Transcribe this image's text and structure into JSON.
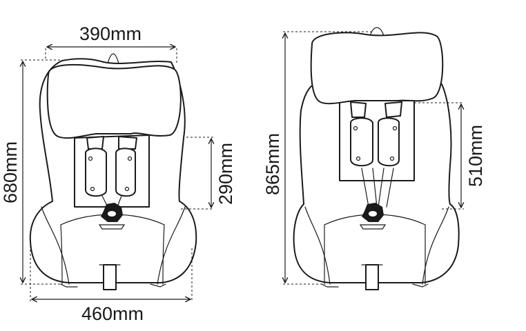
{
  "left_view": {
    "top_width": "390mm",
    "bottom_width": "460mm",
    "height": "680mm",
    "headrest_height": "290mm"
  },
  "right_view": {
    "height": "865mm",
    "headrest_height": "510mm"
  },
  "colors": {
    "line": "#1a1a1a",
    "background": "#ffffff"
  }
}
